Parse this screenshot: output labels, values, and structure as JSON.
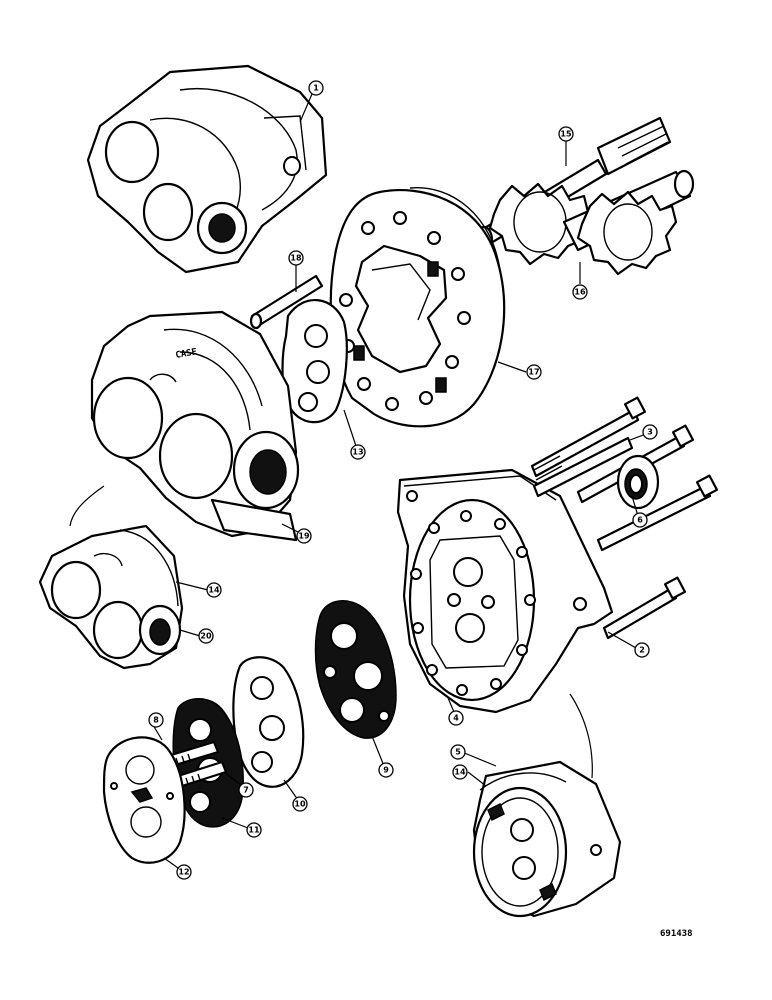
{
  "reference_number": "691438",
  "callouts": {
    "c1": "1",
    "c2": "2",
    "c3": "3",
    "c4": "4",
    "c5": "5",
    "c6": "6",
    "c7": "7",
    "c8a": "8",
    "c9": "9",
    "c10": "10",
    "c11": "11",
    "c12": "12",
    "c13": "13",
    "c14a": "14",
    "c14b": "14",
    "c15": "15",
    "c16": "16",
    "c17": "17",
    "c18": "18",
    "c19": "19",
    "c20": "20"
  }
}
